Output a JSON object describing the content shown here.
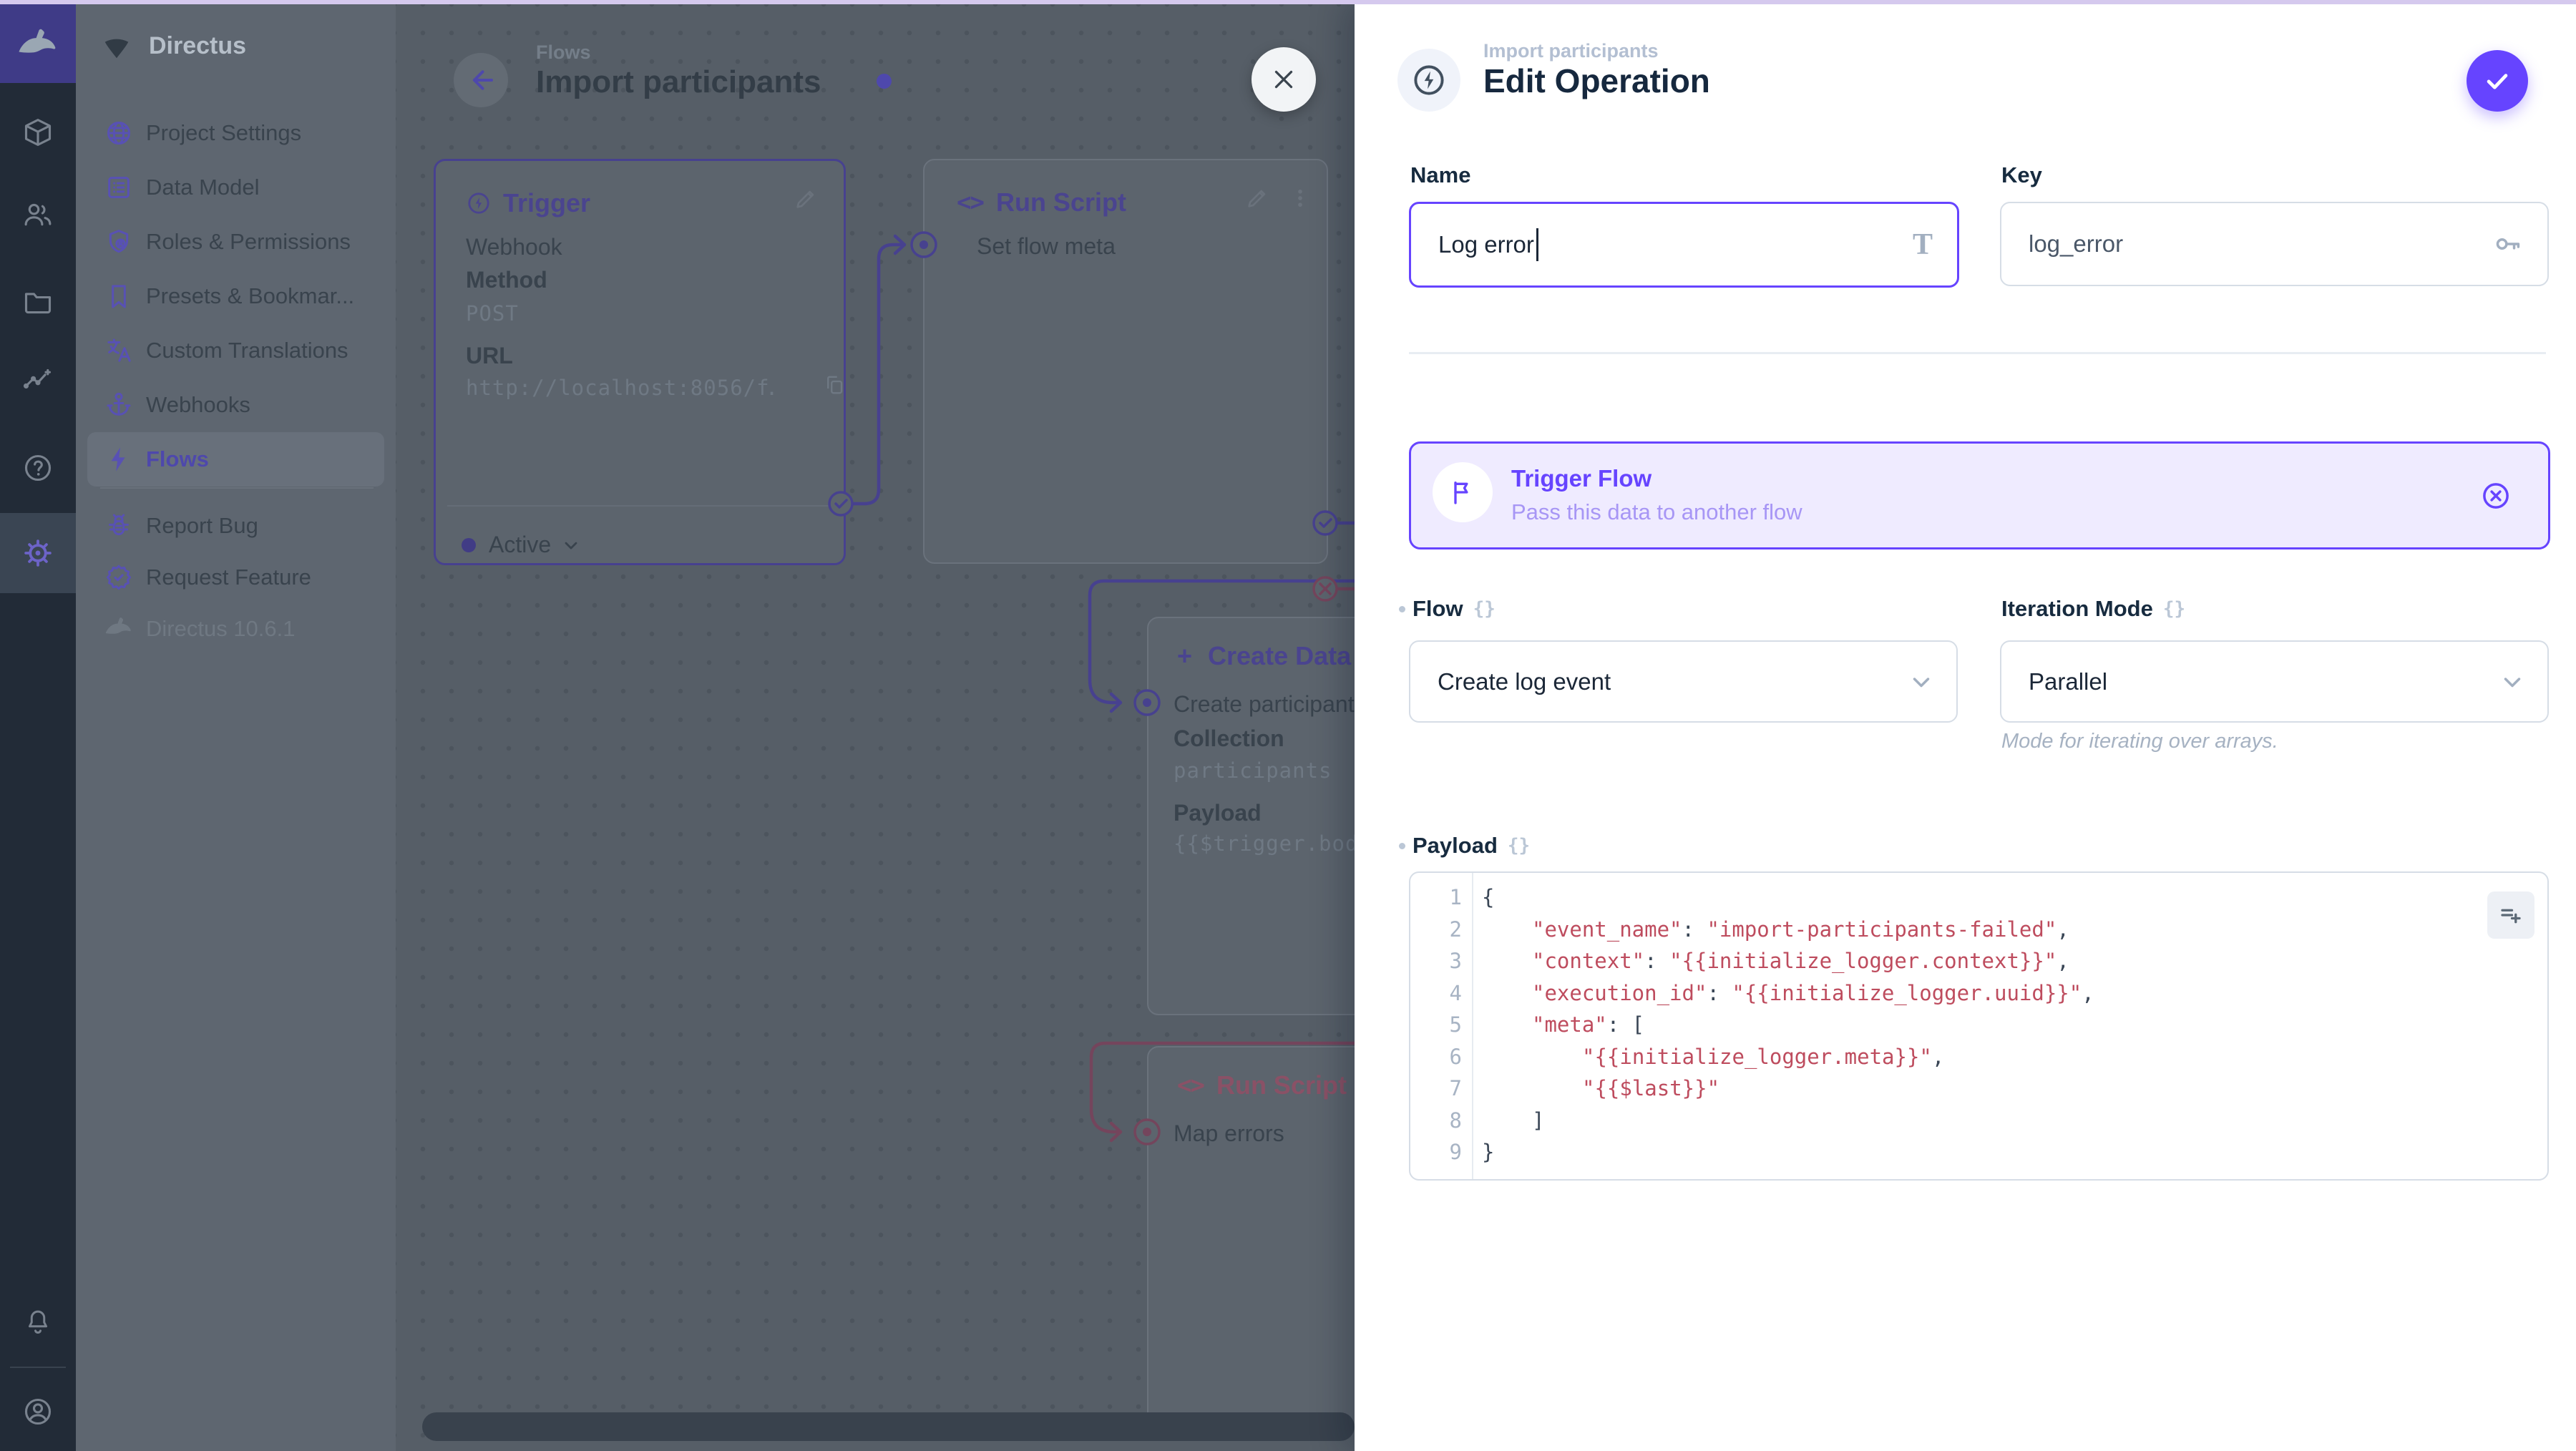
{
  "colors": {
    "accent": "#6644FF",
    "accent_dimmed": "#4A448F",
    "danger_dimmed": "#8A5166",
    "top_strip": "#D5C9EE",
    "module_bar_bg": "#222B37",
    "nav_bg": "#5E6670",
    "canvas_bg": "#565E67",
    "panel_bg": "#5C646D",
    "drawer_bg": "#FFFFFF",
    "trigger_card_bg": "#EFEBFF",
    "trigger_card_subtitle": "#A796F5",
    "code_string": "#BE4C5E",
    "code_punct": "#3A4656",
    "status_active_dot": "#413C85"
  },
  "module_bar": {
    "modules": [
      {
        "name": "collections",
        "icon": "box-icon"
      },
      {
        "name": "users",
        "icon": "users-icon"
      },
      {
        "name": "files",
        "icon": "folder-icon"
      },
      {
        "name": "insights",
        "icon": "activity-icon"
      },
      {
        "name": "docs",
        "icon": "help-icon"
      },
      {
        "name": "settings",
        "icon": "gear-icon",
        "active": true
      }
    ],
    "bottom": [
      {
        "name": "notifications",
        "icon": "bell-icon"
      },
      {
        "name": "account",
        "icon": "account-circle-icon"
      }
    ]
  },
  "sidebar": {
    "project_name": "Directus",
    "items": [
      {
        "label": "Project Settings",
        "icon": "globe-icon"
      },
      {
        "label": "Data Model",
        "icon": "data-model-icon"
      },
      {
        "label": "Roles & Permissions",
        "icon": "shield-icon"
      },
      {
        "label": "Presets & Bookmar...",
        "icon": "bookmark-icon"
      },
      {
        "label": "Custom Translations",
        "icon": "translate-icon"
      },
      {
        "label": "Webhooks",
        "icon": "anchor-icon"
      },
      {
        "label": "Flows",
        "icon": "bolt-icon",
        "active": true
      }
    ],
    "footer_items": [
      {
        "label": "Report Bug",
        "icon": "bug-icon"
      },
      {
        "label": "Request Feature",
        "icon": "badge-check-icon"
      }
    ],
    "version": "Directus 10.6.1"
  },
  "canvas": {
    "breadcrumb": "Flows",
    "title": "Import participants",
    "status": "Active",
    "panels": {
      "trigger": {
        "title": "Trigger",
        "subtitle": "Webhook",
        "fields": [
          {
            "label": "Method",
            "value": "POST"
          },
          {
            "label": "URL",
            "value": "http://localhost:8056/f…"
          }
        ]
      },
      "run_script": {
        "title": "Run Script",
        "name": "Set flow meta"
      },
      "create_data": {
        "title": "Create Data",
        "plus": "+",
        "name": "Create participant",
        "fields": [
          {
            "label": "Collection",
            "value": "participants"
          },
          {
            "label": "Payload",
            "value": "{{$trigger.bod"
          }
        ]
      },
      "map_errors": {
        "title": "Run Script",
        "name": "Map errors"
      }
    }
  },
  "drawer": {
    "breadcrumb": "Import participants",
    "title": "Edit Operation",
    "fields": {
      "name": {
        "label": "Name",
        "value": "Log error"
      },
      "key": {
        "label": "Key",
        "value": "log_error"
      }
    },
    "trigger_flow_card": {
      "title": "Trigger Flow",
      "subtitle": "Pass this data to another flow"
    },
    "flow": {
      "label": "Flow",
      "value": "Create log event"
    },
    "iteration_mode": {
      "label": "Iteration Mode",
      "value": "Parallel",
      "note": "Mode for iterating over arrays."
    },
    "payload": {
      "label": "Payload",
      "lines": [
        {
          "indent": 0,
          "tokens": [
            {
              "t": "p",
              "v": "{"
            }
          ]
        },
        {
          "indent": 1,
          "tokens": [
            {
              "t": "s",
              "v": "\"event_name\""
            },
            {
              "t": "p",
              "v": ": "
            },
            {
              "t": "s",
              "v": "\"import-participants-failed\""
            },
            {
              "t": "p",
              "v": ","
            }
          ]
        },
        {
          "indent": 1,
          "tokens": [
            {
              "t": "s",
              "v": "\"context\""
            },
            {
              "t": "p",
              "v": ": "
            },
            {
              "t": "s",
              "v": "\"{{initialize_logger.context}}\""
            },
            {
              "t": "p",
              "v": ","
            }
          ]
        },
        {
          "indent": 1,
          "tokens": [
            {
              "t": "s",
              "v": "\"execution_id\""
            },
            {
              "t": "p",
              "v": ": "
            },
            {
              "t": "s",
              "v": "\"{{initialize_logger.uuid}}\""
            },
            {
              "t": "p",
              "v": ","
            }
          ]
        },
        {
          "indent": 1,
          "tokens": [
            {
              "t": "s",
              "v": "\"meta\""
            },
            {
              "t": "p",
              "v": ": ["
            }
          ]
        },
        {
          "indent": 2,
          "tokens": [
            {
              "t": "s",
              "v": "\"{{initialize_logger.meta}}\""
            },
            {
              "t": "p",
              "v": ","
            }
          ]
        },
        {
          "indent": 2,
          "tokens": [
            {
              "t": "s",
              "v": "\"{{$last}}\""
            }
          ]
        },
        {
          "indent": 1,
          "tokens": [
            {
              "t": "p",
              "v": "]"
            }
          ]
        },
        {
          "indent": 0,
          "tokens": [
            {
              "t": "p",
              "v": "}"
            }
          ]
        }
      ]
    }
  }
}
